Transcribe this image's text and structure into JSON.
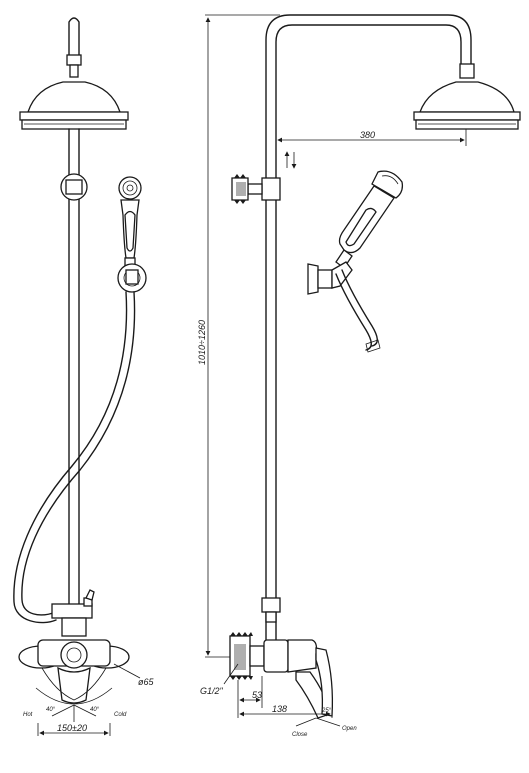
{
  "dimensions": {
    "head_offset": "380",
    "height_range": "1010÷1260",
    "thread": "G1/2\"",
    "wall_offset": "53",
    "body_depth": "138",
    "centers": "150±20",
    "diameter": "ø65",
    "angle_left": "40°",
    "angle_right": "40°",
    "angle_side": "25°"
  },
  "labels": {
    "hot": "Hot",
    "cold": "Cold",
    "close": "Close",
    "open": "Open"
  }
}
